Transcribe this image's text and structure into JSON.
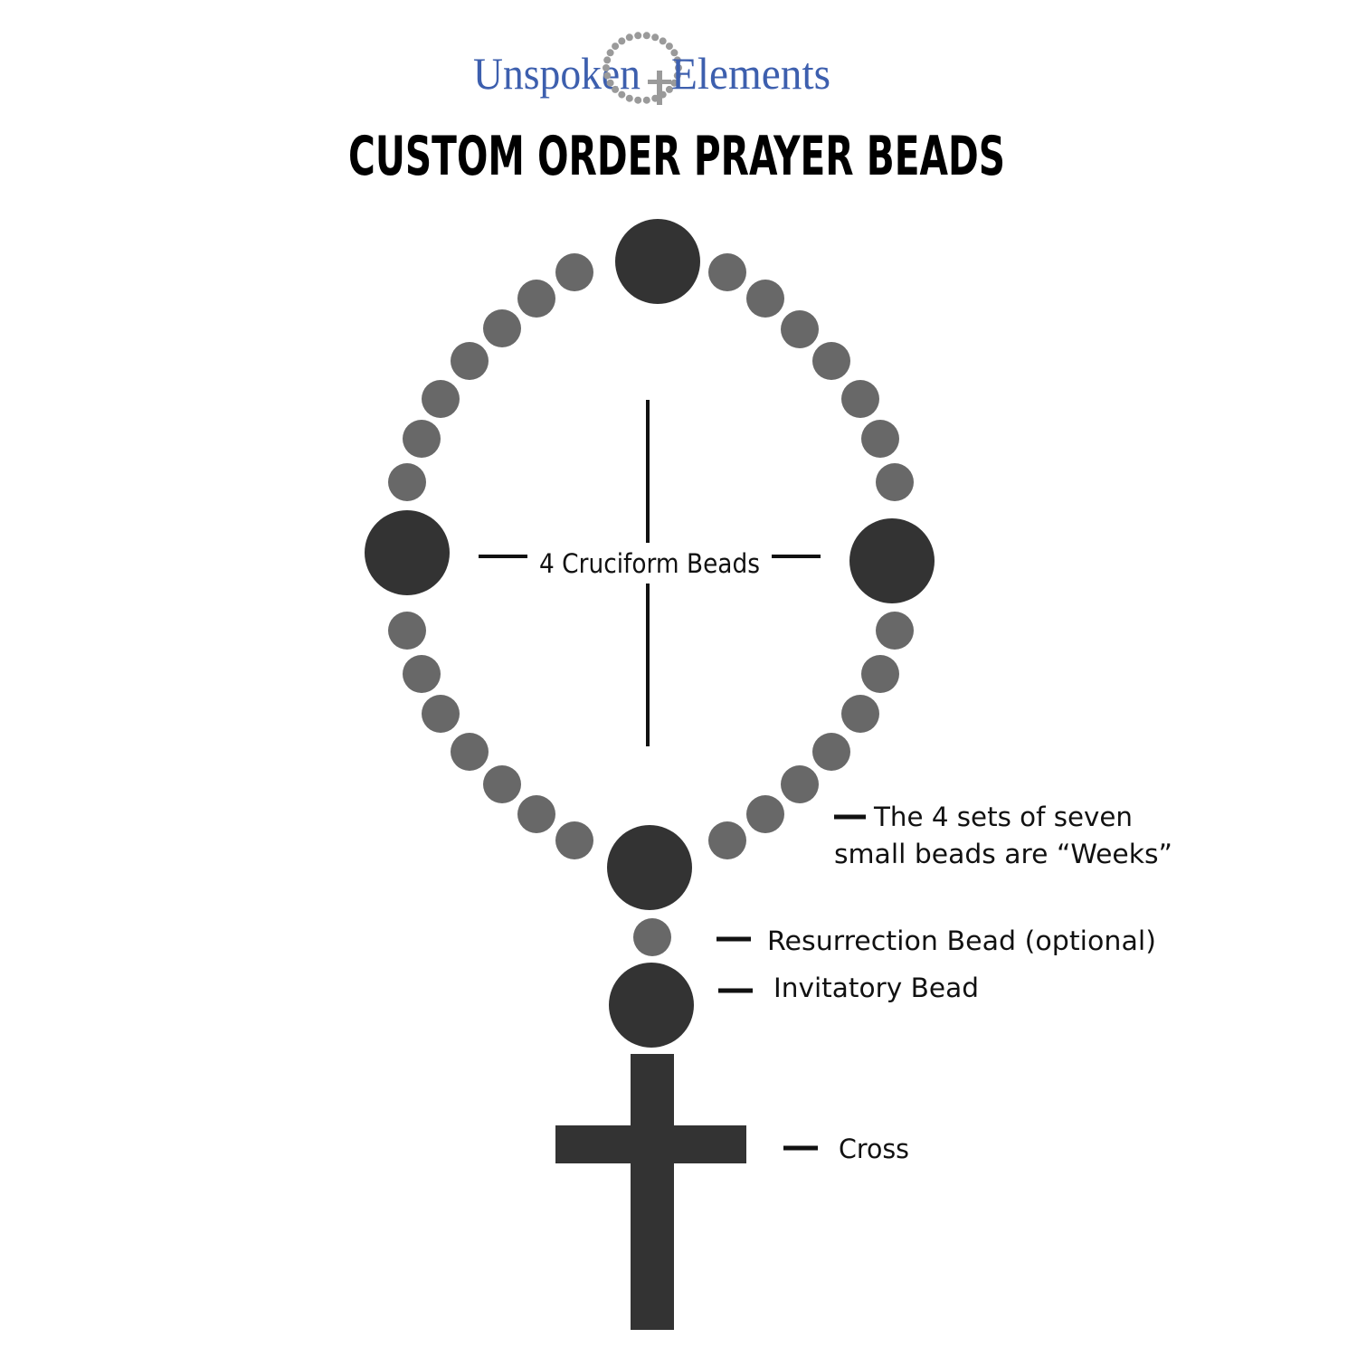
{
  "logo": {
    "word_left": "Unspoken",
    "word_right": "Elements",
    "text_color": "#3d5fae"
  },
  "title": "CUSTOM ORDER PRAYER BEADS",
  "labels": {
    "cruciform": "4 Cruciform Beads",
    "weeks_line1": "The 4 sets of seven",
    "weeks_line2": "small beads are “Weeks”",
    "resurrection": "Resurrection Bead (optional)",
    "invitatory": "Invitatory Bead",
    "cross": "Cross"
  },
  "colors": {
    "large_bead": "#333333",
    "small_bead": "#686868",
    "cross": "#333333",
    "leader_line": "#111111"
  },
  "counts": {
    "cruciform_beads": 4,
    "weeks_sets": 4,
    "beads_per_week": 7
  }
}
